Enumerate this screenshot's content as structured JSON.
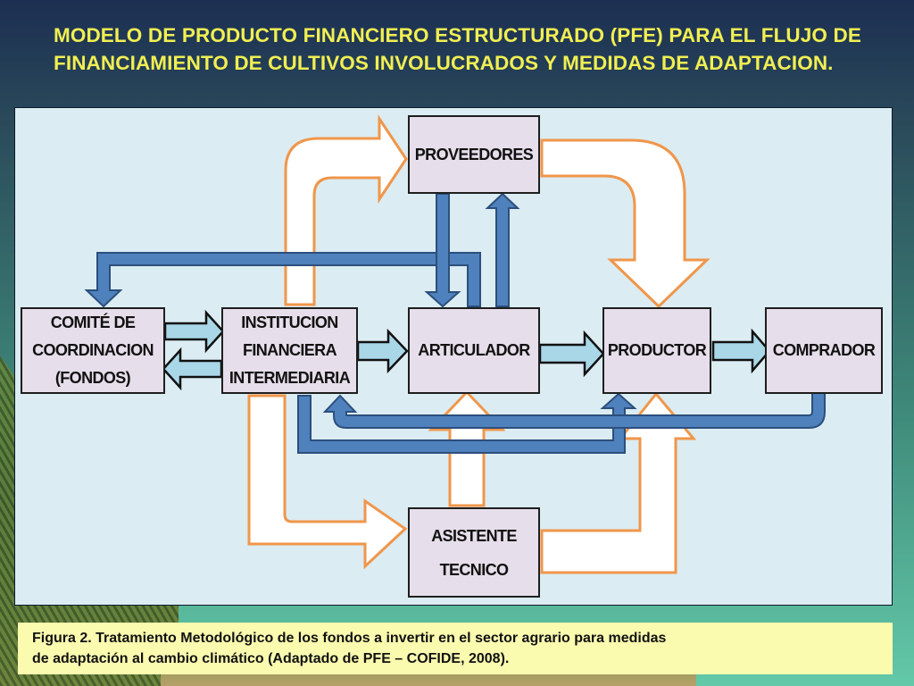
{
  "slide": {
    "title": "MODELO DE PRODUCTO FINANCIERO ESTRUCTURADO (PFE) PARA EL FLUJO DE FINANCIAMIENTO DE CULTIVOS INVOLUCRADOS Y MEDIDAS DE ADAPTACION."
  },
  "diagram": {
    "nodes": {
      "proveedores": [
        "PROVEEDORES"
      ],
      "comite": [
        "COMITÉ DE",
        "COORDINACION",
        "(FONDOS)"
      ],
      "institucion": [
        "INSTITUCION",
        "FINANCIERA",
        "INTERMEDIARIA"
      ],
      "articulador": [
        "ARTICULADOR"
      ],
      "productor": [
        "PRODUCTOR"
      ],
      "comprador": [
        "COMPRADOR"
      ],
      "asistente": [
        "ASISTENTE",
        "TECNICO"
      ]
    },
    "colors": {
      "orange_outline": "#f0964a",
      "blue_flow": "#4f81bd",
      "light_blue_fill": "#a9d7e8",
      "node_fill": "#e6deea"
    }
  },
  "caption": {
    "line1": "Figura 2. Tratamiento Metodológico de los fondos a invertir en el sector agrario para medidas",
    "line2": "de adaptación al cambio climático (Adaptado de PFE – COFIDE, 2008)."
  }
}
